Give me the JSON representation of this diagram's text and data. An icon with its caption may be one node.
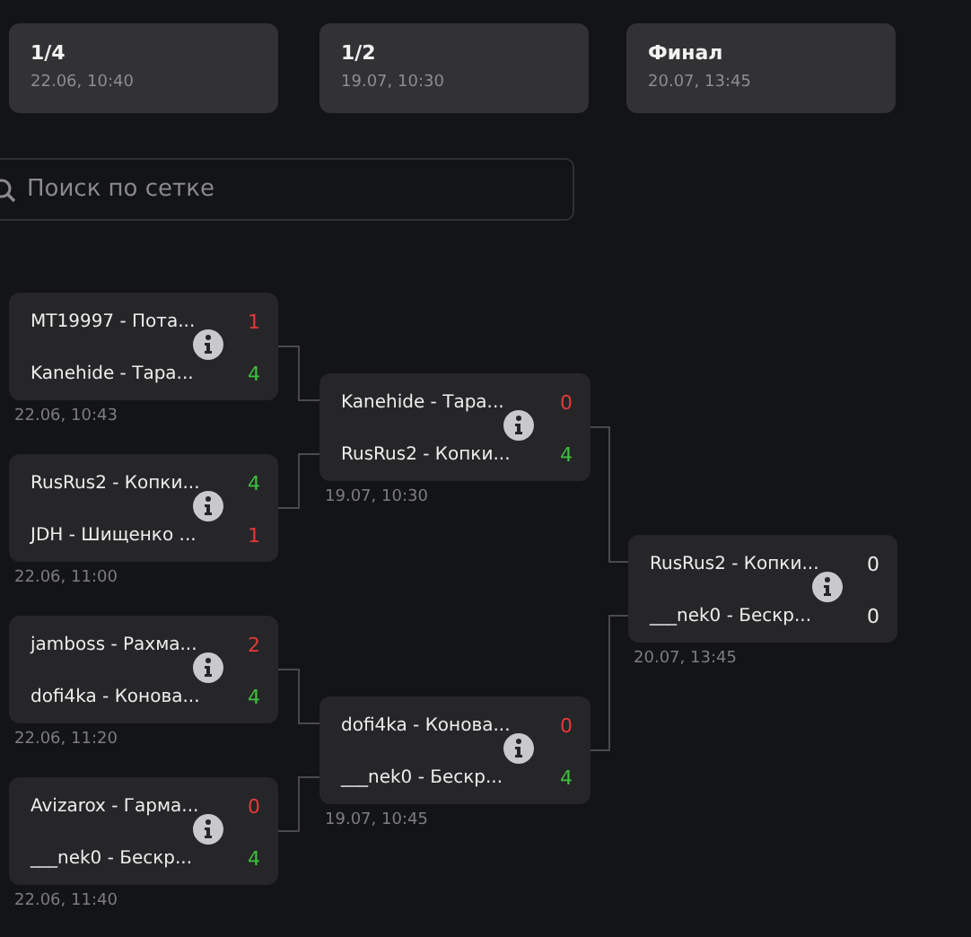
{
  "diagram": {
    "nodes": [
      {
        "text": [
          "1/4",
          "22.06, 10:40"
        ]
      },
      {
        "text": [
          "1/2",
          "19.07, 10:30"
        ]
      },
      {
        "text": [
          "Финал",
          "20.07, 13:45"
        ]
      },
      {
        "text": [
          "MT19997 - Пота...",
          "1",
          "Kanehide - Тара...",
          "4"
        ],
        "beside": [
          "22.06, 10:43"
        ]
      },
      {
        "text": [
          "RusRus2 - Копки...",
          "4",
          "JDH - Шищенко ...",
          "1"
        ],
        "beside": [
          "22.06, 11:00"
        ]
      },
      {
        "text": [
          "jamboss - Рахма...",
          "2",
          "dofi4ka - Конова...",
          "4"
        ],
        "beside": [
          "22.06, 11:20"
        ]
      },
      {
        "text": [
          "Avizarox - Гарма...",
          "0",
          "___nek0 - Бескр...",
          "4"
        ],
        "beside": [
          "22.06, 11:40"
        ]
      },
      {
        "text": [
          "Kanehide - Тара...",
          "0",
          "RusRus2 - Копки...",
          "4"
        ],
        "beside": [
          "19.07, 10:30"
        ]
      },
      {
        "text": [
          "dofi4ka - Конова...",
          "0",
          "___nek0 - Бескр...",
          "4"
        ],
        "beside": [
          "19.07, 10:45"
        ]
      },
      {
        "text": [
          "RusRus2 - Копки...",
          "0",
          "___nek0 - Бескр...",
          "0"
        ],
        "beside": [
          "20.07, 13:45"
        ]
      }
    ],
    "edges": [
      {
        "from": 3,
        "to": 7,
        "arrow": "none"
      },
      {
        "from": 4,
        "to": 7,
        "arrow": "none"
      },
      {
        "from": 5,
        "to": 8,
        "arrow": "none"
      },
      {
        "from": 6,
        "to": 8,
        "arrow": "none"
      },
      {
        "from": 7,
        "to": 9,
        "arrow": "none"
      },
      {
        "from": 8,
        "to": 9,
        "arrow": "none"
      }
    ],
    "labels": [
      "Поиск по сетке"
    ]
  }
}
